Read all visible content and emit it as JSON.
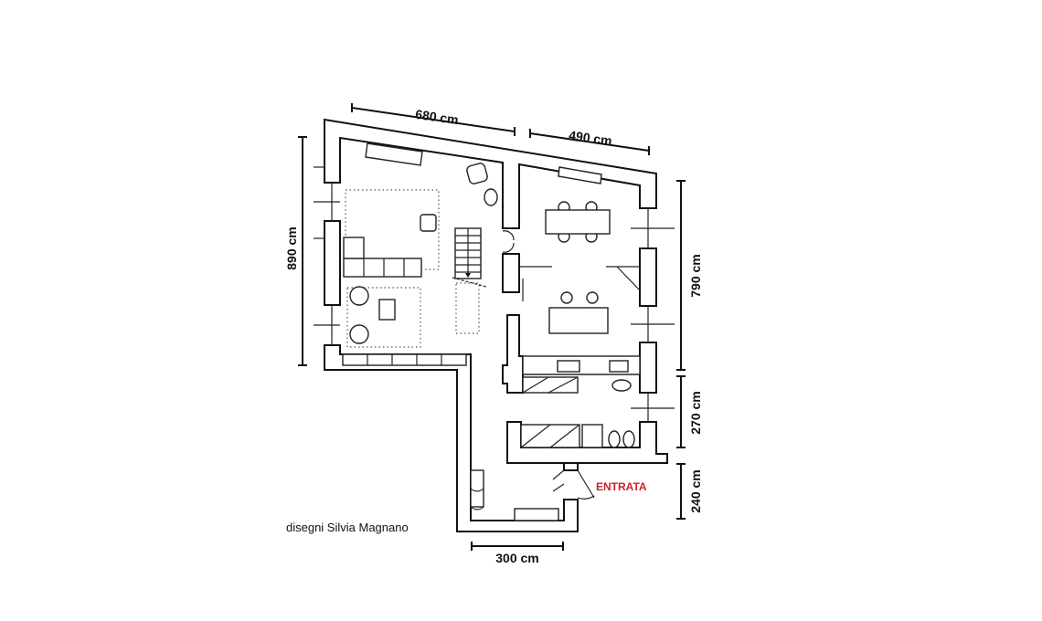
{
  "dimensions": {
    "top_left": "680 cm",
    "top_right": "490 cm",
    "left": "890 cm",
    "right_upper": "790 cm",
    "right_middle": "270 cm",
    "right_lower": "240 cm",
    "bottom": "300 cm"
  },
  "labels": {
    "entrance": "ENTRATA",
    "credit": "disegni Silvia Magnano"
  },
  "colors": {
    "walls": "#111111",
    "entrance_label": "#d0202a"
  }
}
